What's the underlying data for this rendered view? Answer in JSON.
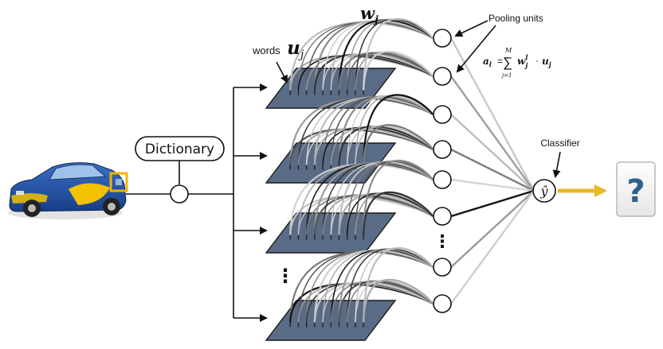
{
  "labels": {
    "pooling_units": "Pooling units",
    "classifier": "Classifier",
    "dictionary": "Dictionary",
    "words_prefix": "words",
    "words_symbol": "u",
    "words_subscript": "j",
    "weight_symbol": "w",
    "weight_subscript": "j",
    "y_hat": "ŷ",
    "question_mark": "?",
    "vertical_ellipsis": "⋮",
    "formula": {
      "lhs": "a",
      "lhs_sub": "l",
      "equals": "=",
      "sum": "∑",
      "sum_upper": "M",
      "sum_lower": "j=1",
      "w": "w",
      "w_sup": "l",
      "w_sub": "j",
      "dot": "·",
      "u": "u",
      "u_sub": "j"
    }
  },
  "colors": {
    "plane_fill": "#5a6b86",
    "plane_stroke": "#1a1a1a",
    "accent_arrow": "#e8b923",
    "highlight_box": "#f0b400",
    "car_blue": "#1f4fa3",
    "car_yellow": "#f2c200",
    "question_fill": "#2f5f8f",
    "question_box_stroke": "#b8b8b8"
  },
  "icons": {
    "input_image": "rally-car-image",
    "output": "question-mark-icon"
  }
}
